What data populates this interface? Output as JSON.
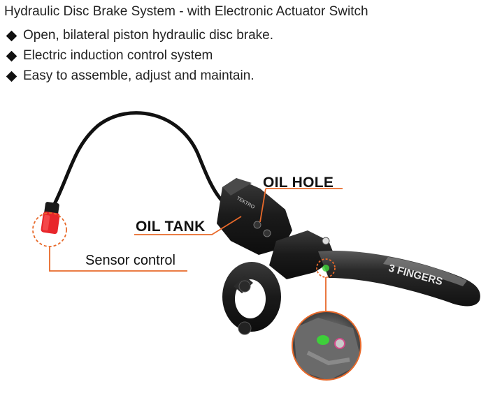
{
  "header": {
    "title": "Hydraulic Disc Brake System - with Electronic Actuator Switch"
  },
  "features": [
    "Open, bilateral piston hydraulic disc brake.",
    "Electric induction control system",
    "Easy to assemble, adjust and maintain."
  ],
  "callouts": {
    "oil_hole": "OIL HOLE",
    "oil_tank": "OIL TANK",
    "sensor_control": "Sensor control"
  },
  "product": {
    "lever_text": "3 FINGERS",
    "body_text": "TEKTRO"
  },
  "colors": {
    "accent_orange": "#e8692a",
    "connector_red": "#e8262b",
    "lever_black": "#1c1c1c",
    "magnet_green": "#3ecf3a"
  }
}
